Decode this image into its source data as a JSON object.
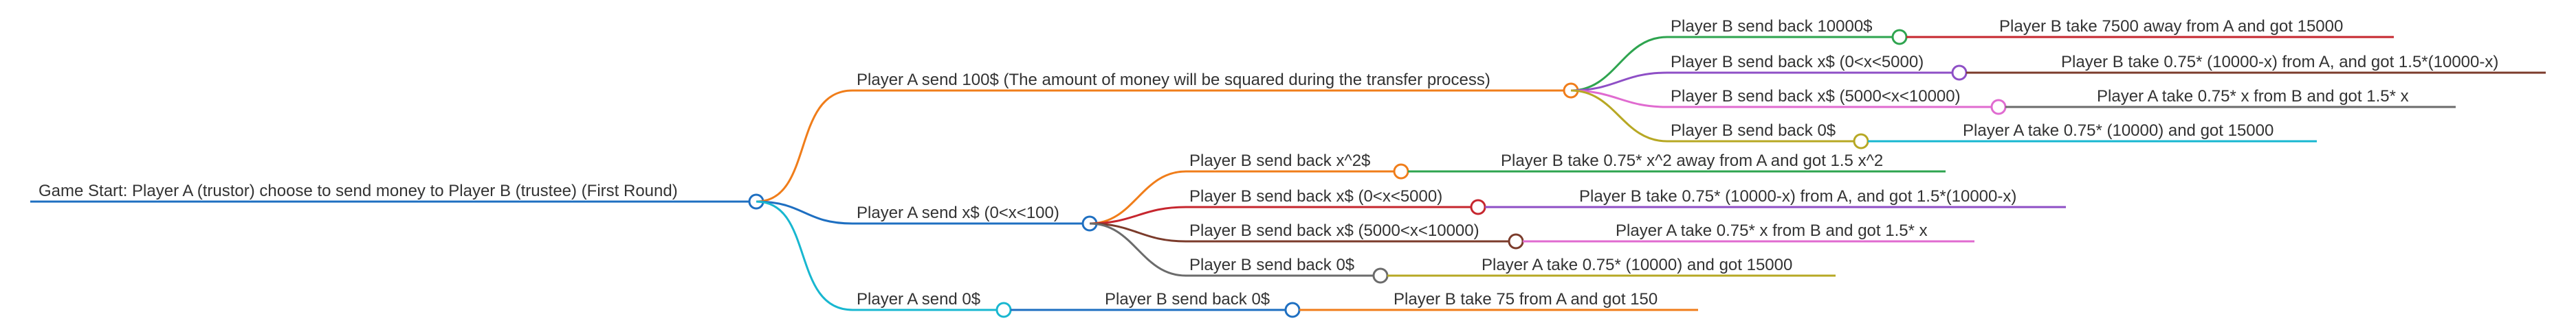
{
  "colors": {
    "blue": "#1e6fc1",
    "orange": "#f07d1a",
    "cyan": "#18b7d0",
    "green": "#2ea44f",
    "red": "#c6262e",
    "purple": "#8e4fc6",
    "pink": "#e06bd0",
    "olive": "#b7a824",
    "brown": "#7b3b2b",
    "gray": "#6b6b6b"
  },
  "root": {
    "label": "Game Start: Player A (trustor) choose to send money to Player B (trustee) (First Round)"
  },
  "branches": [
    {
      "label": "Player A send 100$ (The amount of money will be squared during the transfer process)",
      "color": "orange",
      "children": [
        {
          "label": "Player B send back 10000$",
          "color": "green",
          "outcome": {
            "label": "Player B take 7500 away from A and got 15000",
            "color": "red"
          }
        },
        {
          "label": "Player B send back x$ (0<x<5000)",
          "color": "purple",
          "outcome": {
            "label": "Player B take 0.75* (10000-x) from A, and got 1.5*(10000-x)",
            "color": "brown"
          }
        },
        {
          "label": "Player B send back x$ (5000<x<10000)",
          "color": "pink",
          "outcome": {
            "label": "Player A take 0.75* x from B and got 1.5* x",
            "color": "gray"
          }
        },
        {
          "label": "Player B send back 0$",
          "color": "olive",
          "outcome": {
            "label": "Player A take 0.75* (10000) and got 15000",
            "color": "cyan"
          }
        }
      ]
    },
    {
      "label": "Player A send x$ (0<x<100)",
      "color": "blue",
      "children": [
        {
          "label": "Player B send back x^2$",
          "color": "orange",
          "outcome": {
            "label": "Player B take 0.75* x^2 away from A and got 1.5 x^2",
            "color": "green"
          }
        },
        {
          "label": "Player B send back x$ (0<x<5000)",
          "color": "red",
          "outcome": {
            "label": "Player B take 0.75* (10000-x) from A, and got 1.5*(10000-x)",
            "color": "purple"
          }
        },
        {
          "label": "Player B send back x$ (5000<x<10000)",
          "color": "brown",
          "outcome": {
            "label": "Player A take 0.75* x from B and got 1.5* x",
            "color": "pink"
          }
        },
        {
          "label": "Player B send back 0$",
          "color": "gray",
          "outcome": {
            "label": "Player A take 0.75* (10000) and got 15000",
            "color": "olive"
          }
        }
      ]
    },
    {
      "label": "Player A send 0$",
      "color": "cyan",
      "children": [
        {
          "label": "Player B send back 0$",
          "color": "blue",
          "outcome": {
            "label": "Player B take 75 from A and got 150",
            "color": "orange"
          }
        }
      ]
    }
  ]
}
